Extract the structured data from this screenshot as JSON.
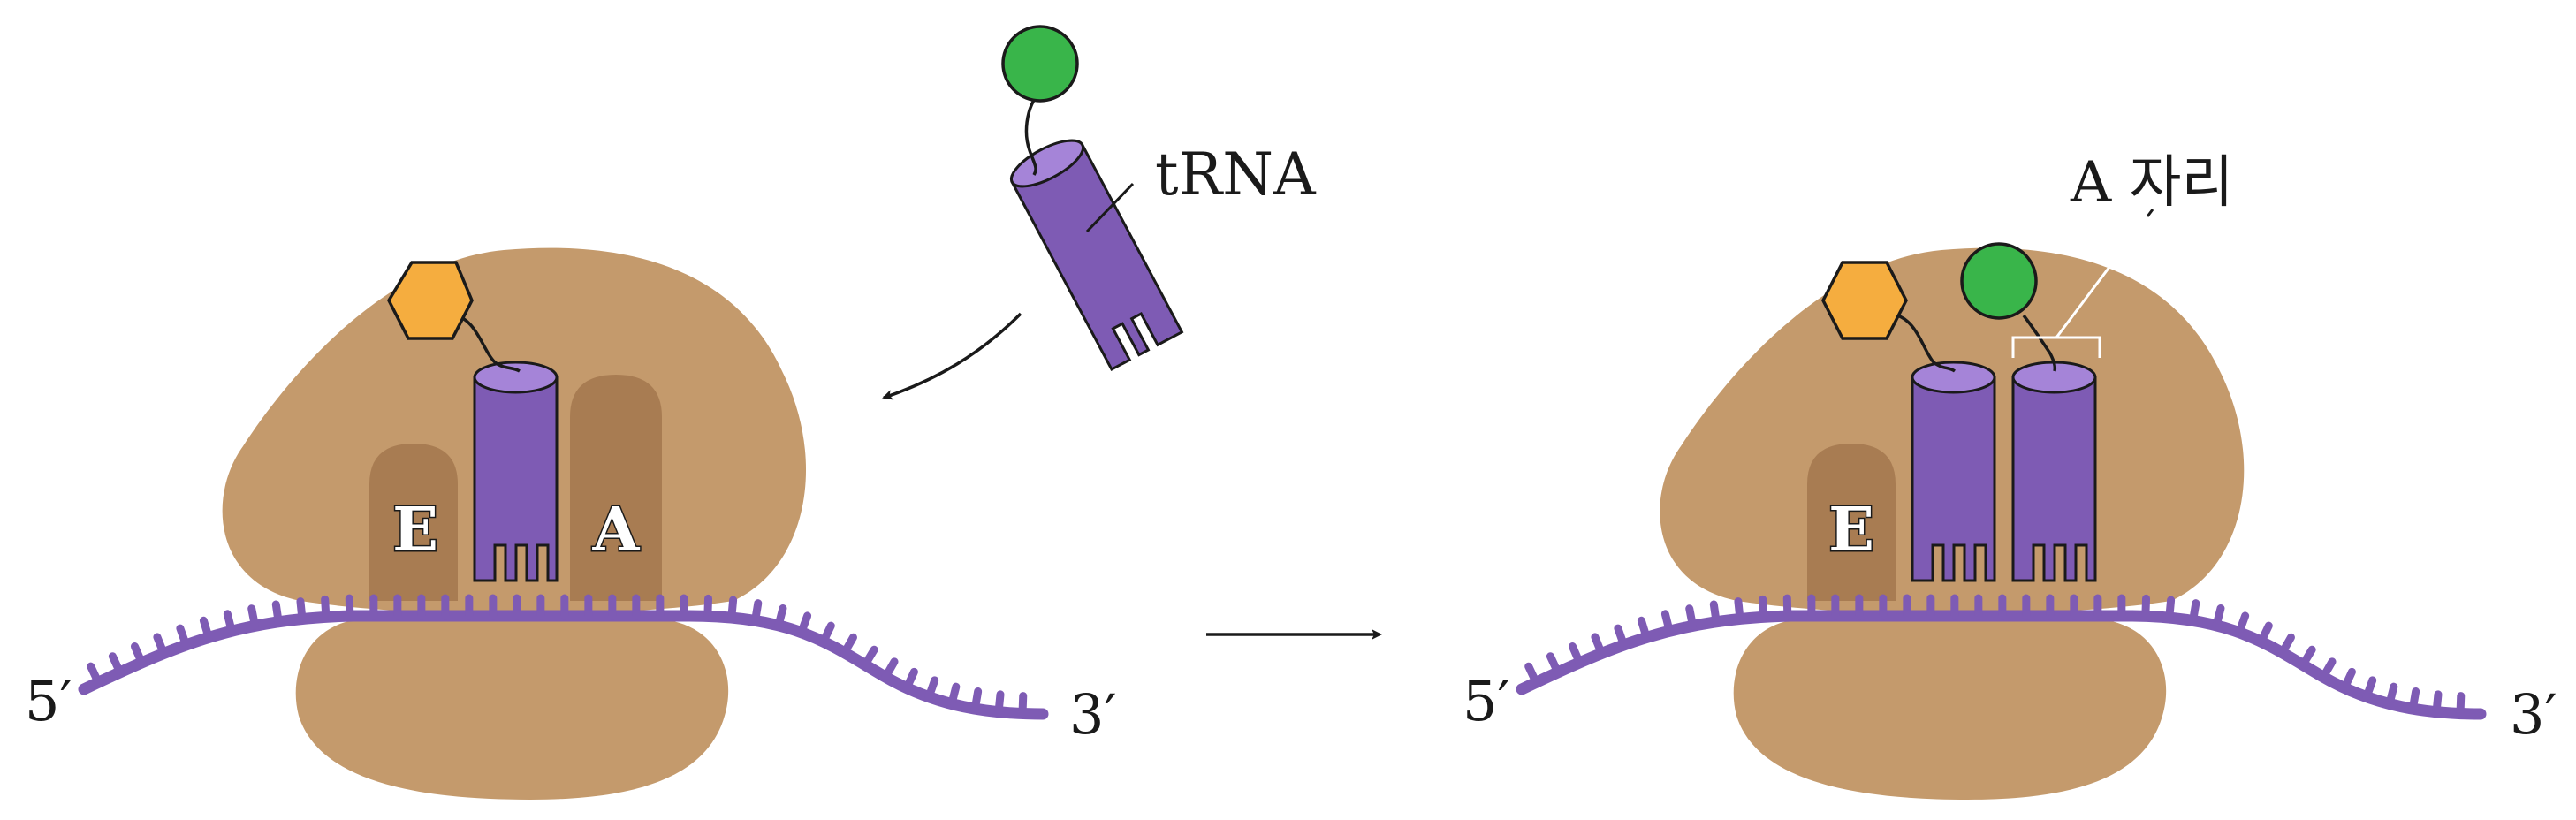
{
  "labels": {
    "trna": "tRNA",
    "a_site": "A 자리",
    "e_site": "E",
    "a_letter": "A",
    "five_prime": "5′",
    "three_prime": "3′"
  },
  "colors": {
    "ribosome": "#c49a6c",
    "ribosome_site": "#a87c52",
    "trna": "#7e5bb4",
    "trna_top": "#a584d8",
    "mrna": "#7e5bb4",
    "amino_acid_new": "#39b54a",
    "amino_acid_chain": "#f5ad3f",
    "outline": "#1a1a1a"
  }
}
